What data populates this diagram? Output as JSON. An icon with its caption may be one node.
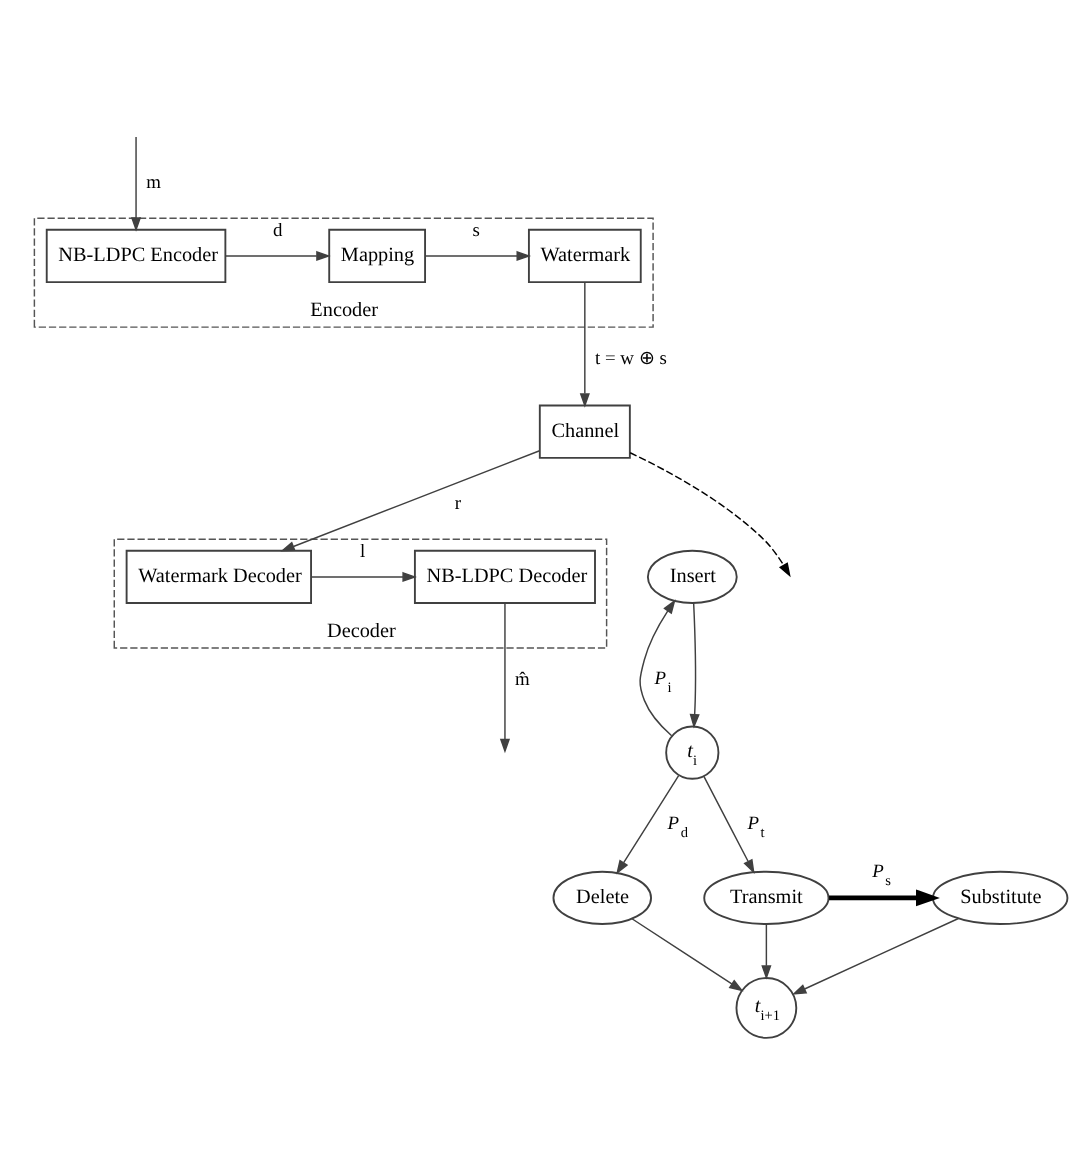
{
  "diagram": {
    "nodes": [
      {
        "text": [
          "Encoder"
        ]
      },
      {
        "text": [
          "NB-LDPC Encoder"
        ],
        "in": 0
      },
      {
        "text": [
          "Mapping"
        ],
        "in": 0
      },
      {
        "text": [
          "Watermark"
        ],
        "in": 0
      },
      {
        "text": [
          "Channel"
        ]
      },
      {
        "text": [
          "Decoder"
        ]
      },
      {
        "text": [
          "Watermark Decoder"
        ],
        "in": 5
      },
      {
        "text": [
          "NB-LDPC Decoder"
        ],
        "in": 5
      },
      {
        "text": [
          "Insert"
        ]
      },
      {
        "text": [
          "t$_{i}$"
        ]
      },
      {
        "text": [
          "Delete"
        ]
      },
      {
        "text": [
          "Transmit"
        ]
      },
      {
        "text": [
          "Substitute"
        ]
      },
      {
        "text": [
          "t$_{i+1}$"
        ]
      }
    ],
    "edges": [
      {
        "from": null,
        "to": 1,
        "arrow": "to",
        "label": "m"
      },
      {
        "from": 1,
        "to": 2,
        "arrow": "to",
        "label": "d"
      },
      {
        "from": 2,
        "to": 3,
        "arrow": "to",
        "label": "s"
      },
      {
        "from": 3,
        "to": 4,
        "arrow": "to",
        "label": "t = w ⊕ s"
      },
      {
        "from": 4,
        "to": 6,
        "arrow": "to",
        "label": "r"
      },
      {
        "from": 6,
        "to": 7,
        "arrow": "to",
        "label": "l"
      },
      {
        "from": 7,
        "to": null,
        "arrow": "to",
        "label": "m̂"
      },
      {
        "from": 4,
        "to": null,
        "arrow": "to",
        "style": "dashed",
        "color": "#000000"
      },
      {
        "from": 8,
        "to": 9,
        "arrow": "to"
      },
      {
        "from": 9,
        "to": 8,
        "arrow": "to",
        "label": "P$_{i}$"
      },
      {
        "from": 9,
        "to": 10,
        "arrow": "to",
        "label": "P$_{d}$"
      },
      {
        "from": 9,
        "to": 11,
        "arrow": "to",
        "label": "P$_{t}$"
      },
      {
        "from": 11,
        "to": 12,
        "arrow": "to",
        "label": "P$_{s}$",
        "style": "thick",
        "color": "#000000"
      },
      {
        "from": 11,
        "to": 13,
        "arrow": "to"
      },
      {
        "from": 10,
        "to": 13,
        "arrow": "to"
      },
      {
        "from": 12,
        "to": 13,
        "arrow": "to"
      }
    ]
  }
}
